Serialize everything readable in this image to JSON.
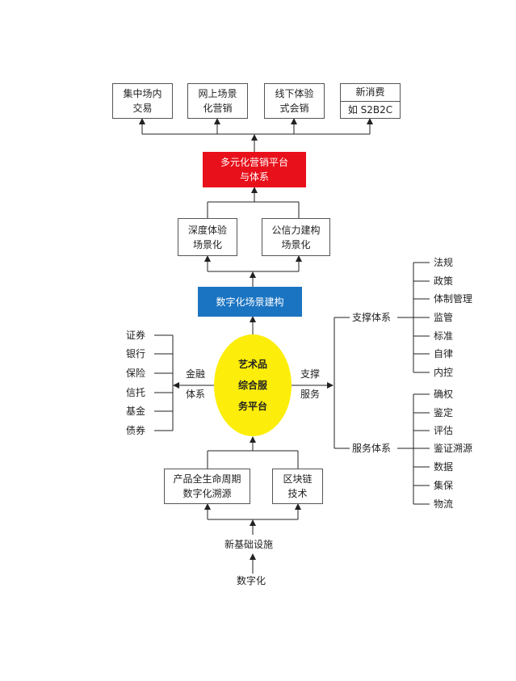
{
  "top_channels": [
    {
      "line1": "集中场内",
      "line2": "交易"
    },
    {
      "line1": "网上场景",
      "line2": "化营销"
    },
    {
      "line1": "线下体验",
      "line2": "式会销"
    },
    {
      "line1": "新消费",
      "line2": "如 S2B2C"
    }
  ],
  "marketing_platform": {
    "line1": "多元化营销平台",
    "line2": "与体系"
  },
  "scenarios": [
    {
      "line1": "深度体验",
      "line2": "场景化"
    },
    {
      "line1": "公信力建构",
      "line2": "场景化"
    }
  ],
  "digital_scene": "数字化场景建构",
  "hub": {
    "line1": "艺术品",
    "line2": "综合服",
    "line3": "务平台"
  },
  "finance": {
    "label_line1": "金融",
    "label_line2": "体系",
    "items": [
      "证券",
      "银行",
      "保险",
      "信托",
      "基金",
      "债券"
    ]
  },
  "support": {
    "label_line1": "支撑",
    "label_line2": "服务",
    "support_system": {
      "label": "支撑体系",
      "items": [
        "法规",
        "政策",
        "体制管理",
        "监管",
        "标准",
        "自律",
        "内控"
      ]
    },
    "service_system": {
      "label": "服务体系",
      "items": [
        "确权",
        "鉴定",
        "评估",
        "鉴证溯源",
        "数据",
        "集保",
        "物流"
      ]
    }
  },
  "foundation": [
    {
      "line1": "产品全生命周期",
      "line2": "数字化溯源"
    },
    {
      "line1": "区块链",
      "line2": "技术"
    }
  ],
  "new_infra": "新基础设施",
  "digitalization": "数字化",
  "colors": {
    "marketing": "#e8101a",
    "scene": "#1b74c2",
    "hub": "#fcee0a"
  }
}
